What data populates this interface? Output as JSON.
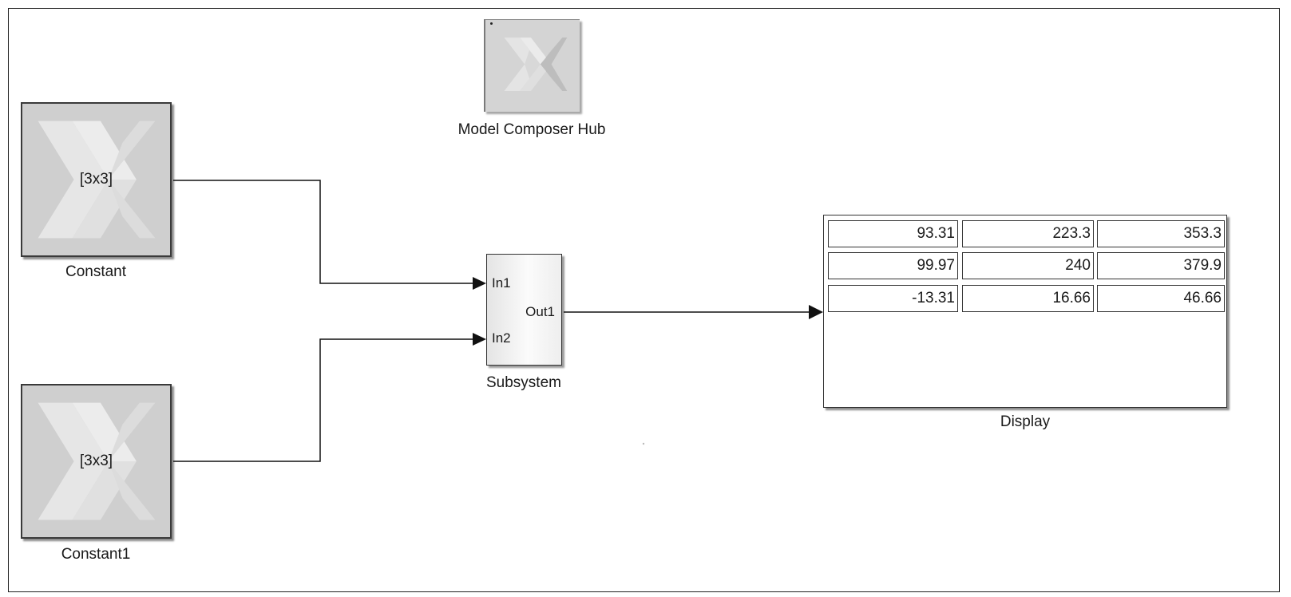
{
  "blocks": {
    "hub": {
      "label": "Model Composer Hub"
    },
    "constant": {
      "label": "Constant",
      "value": "[3x3]"
    },
    "constant1": {
      "label": "Constant1",
      "value": "[3x3]"
    },
    "subsystem": {
      "label": "Subsystem",
      "in1": "In1",
      "in2": "In2",
      "out1": "Out1"
    },
    "display": {
      "label": "Display",
      "rows": [
        [
          "93.31",
          "223.3",
          "353.3"
        ],
        [
          "99.97",
          "240",
          "379.9"
        ],
        [
          "-13.31",
          "16.66",
          "46.66"
        ]
      ]
    }
  },
  "colors": {
    "block_fill": "#cfcfcf",
    "logo_light": "#e6e6e6",
    "logo_mid": "#dadada",
    "wire": "#111111"
  },
  "icons": {
    "logo": "xilinx-logo-icon",
    "arrow": "signal-arrow-icon"
  }
}
